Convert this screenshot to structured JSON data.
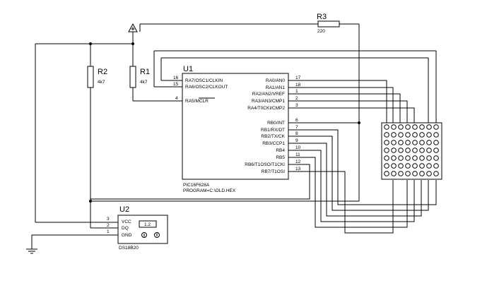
{
  "components": {
    "r3": {
      "ref": "R3",
      "value": "220"
    },
    "r2": {
      "ref": "R2",
      "value": "4k7"
    },
    "r1": {
      "ref": "R1",
      "value": "4k7"
    },
    "u1": {
      "ref": "U1",
      "part": "PIC16F628A",
      "program": "PROGRAM=C:\\OLD.HEX",
      "left_pins": [
        {
          "num": "16",
          "name": "RA7/OSC1/CLKIN"
        },
        {
          "num": "15",
          "name": "RA6/OSC2/CLKOUT"
        },
        {
          "num": "4",
          "name": "RA5/MCLR"
        }
      ],
      "right_pins": [
        {
          "num": "17",
          "name": "RA0/AN0"
        },
        {
          "num": "18",
          "name": "RA1/AN1"
        },
        {
          "num": "1",
          "name": "RA2/AN2/VREF"
        },
        {
          "num": "2",
          "name": "RA3/AN3/CMP1"
        },
        {
          "num": "3",
          "name": "RA4/T0CKI/CMP2"
        },
        {
          "num": "6",
          "name": "RB0/INT"
        },
        {
          "num": "7",
          "name": "RB1/RX/DT"
        },
        {
          "num": "8",
          "name": "RB2/TX/CK"
        },
        {
          "num": "9",
          "name": "RB3/CCP1"
        },
        {
          "num": "10",
          "name": "RB4"
        },
        {
          "num": "11",
          "name": "RB5"
        },
        {
          "num": "12",
          "name": "RB6/T1OSO/T1CKI"
        },
        {
          "num": "13",
          "name": "RB7/T1OSI"
        }
      ]
    },
    "u2": {
      "ref": "U2",
      "part": "DS18B20",
      "display": "1.2",
      "pins": [
        {
          "num": "3",
          "name": "VCC"
        },
        {
          "num": "2",
          "name": "DQ"
        },
        {
          "num": "1",
          "name": "GND"
        }
      ]
    }
  },
  "led_matrix": {
    "rows": 7,
    "cols": 8
  }
}
